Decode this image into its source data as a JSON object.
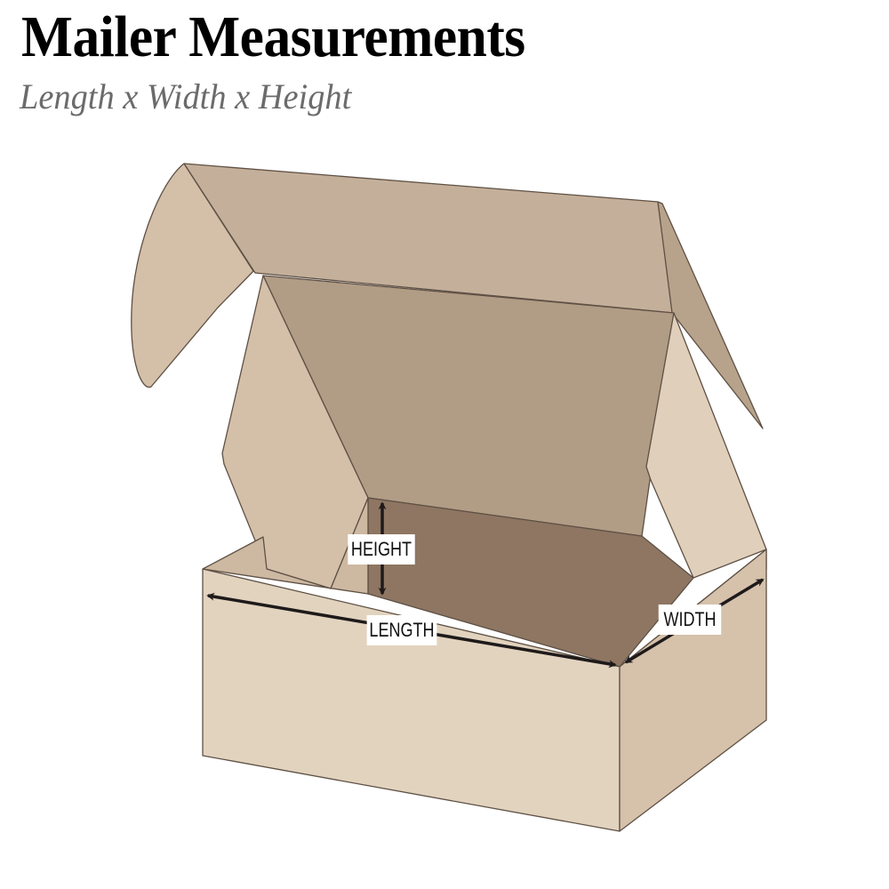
{
  "header": {
    "title": "Mailer Measurements",
    "subtitle": "Length x Width x Height"
  },
  "diagram": {
    "subject": "open mailer box",
    "labels": {
      "height": "HEIGHT",
      "length": "LENGTH",
      "width": "WIDTH"
    },
    "colors": {
      "outline": "#5e5044",
      "lid_outer": "#c4af9a",
      "lid_inner": "#b19c85",
      "flap": "#d4bfa9",
      "flap_light": "#e0cfba",
      "interior_dark": "#8e7662",
      "front_face": "#e2d3bf",
      "side_face": "#d6c1ab",
      "arrow": "#1e1a1a",
      "label_bg": "#ffffff"
    }
  }
}
